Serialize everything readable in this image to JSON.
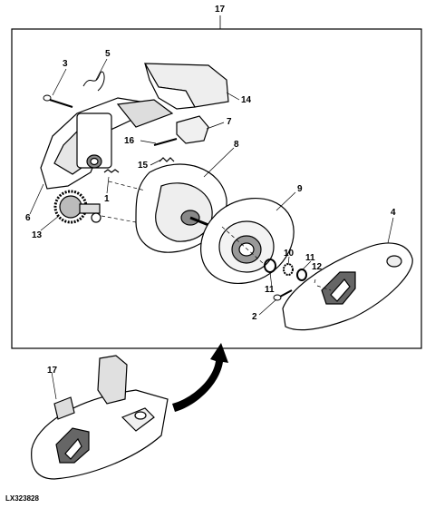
{
  "figure_id": "LX323828",
  "callouts": {
    "c17_top": "17",
    "c5": "5",
    "c3": "3",
    "c14": "14",
    "c7": "7",
    "c16": "16",
    "c8": "8",
    "c15": "15",
    "c1": "1",
    "c6": "6",
    "c13": "13",
    "c9": "9",
    "c4": "4",
    "c10": "10",
    "c11a": "11",
    "c11b": "11",
    "c12": "12",
    "c2": "2",
    "c17_bottom": "17"
  }
}
